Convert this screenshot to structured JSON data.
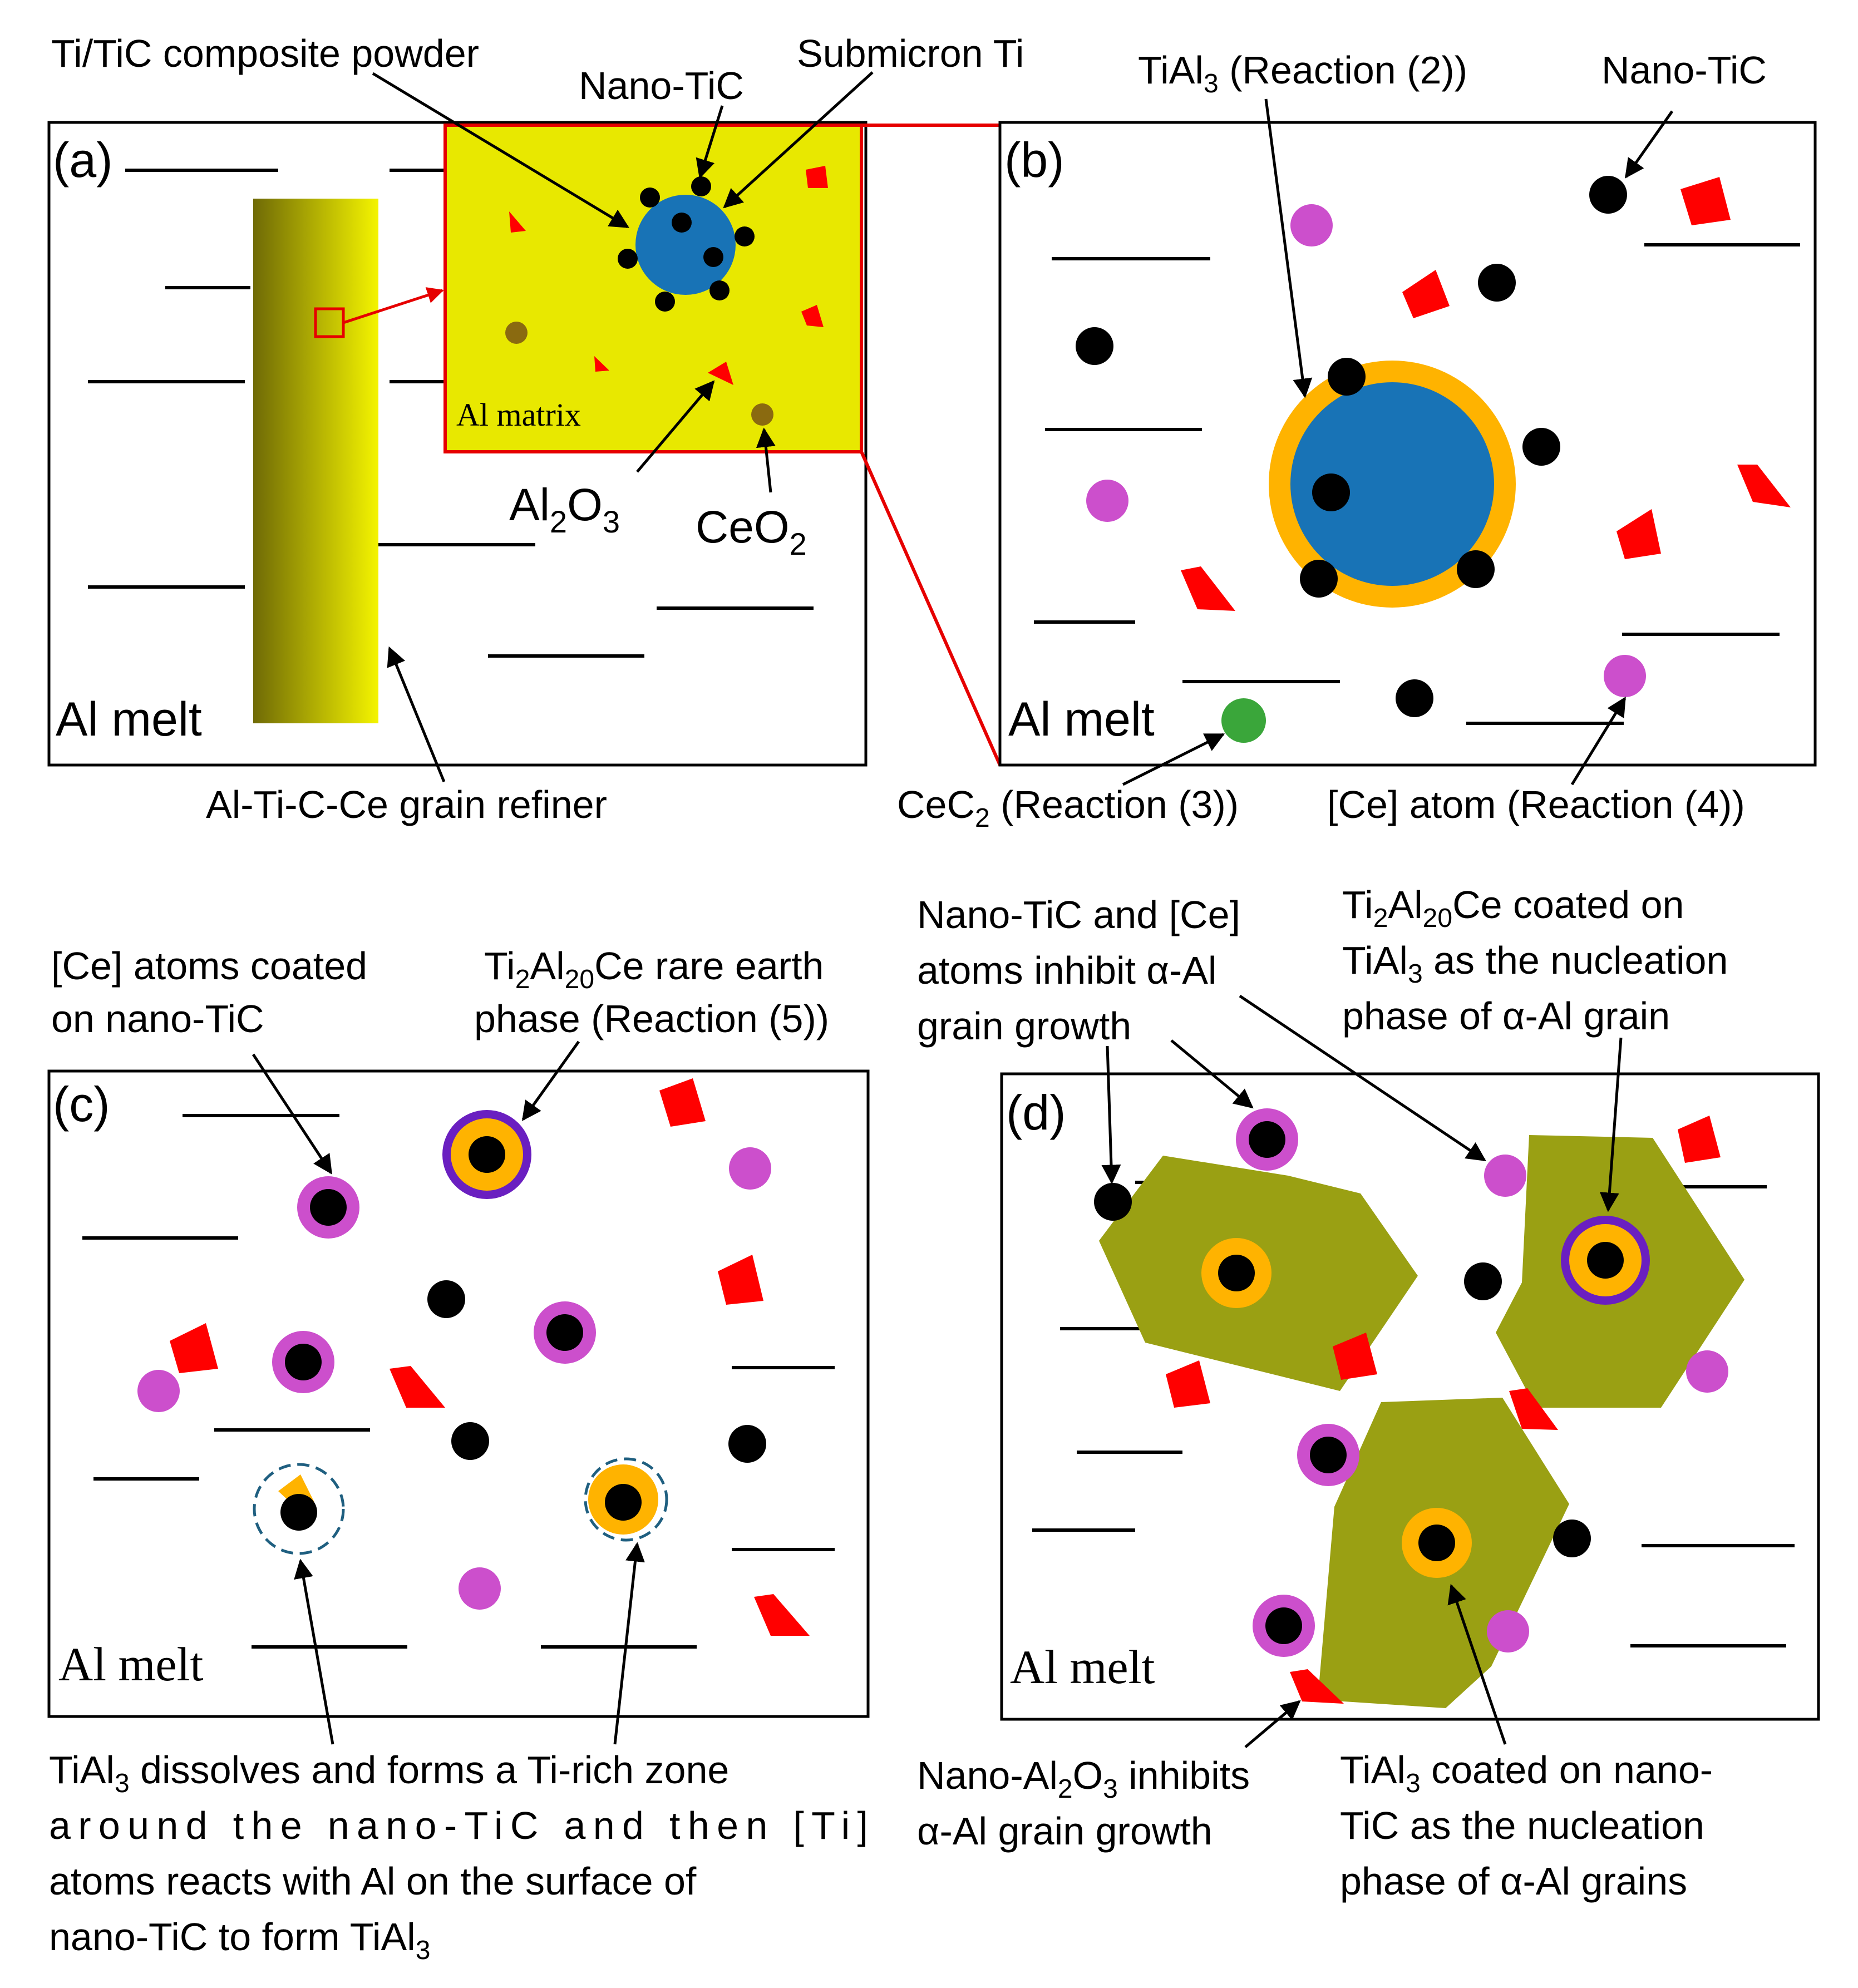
{
  "colors": {
    "rod_gradient_start": "#6f6a06",
    "rod_gradient_end": "#f4f400",
    "inset_fill": "#e8e800",
    "red_frame": "#e60000",
    "composite_core": "#1873b6",
    "nano_tic": "#000000",
    "tial3_shell": "#ffb300",
    "ce_atom": "#cc4fcc",
    "cec2": "#3aa63a",
    "ceo2": "#8a6a10",
    "al2o3": "#ff0000",
    "ti2al20ce_ring": "#6a1fc0",
    "alpha_al_grain": "#9aa013",
    "ti_rich_zone_dash": "#1f5f80"
  },
  "icons": {
    "nano_tic": "black-dot-icon",
    "ce_atom": "magenta-dot-icon",
    "al2o3": "red-shard-icon",
    "ceo2": "brown-dot-icon",
    "cec2": "green-dot-icon",
    "alpha_al_grain": "olive-polygon-icon"
  },
  "panel_a": {
    "label": "(a)",
    "melt_label": "Al melt",
    "inset_label": "Al matrix",
    "callouts": {
      "composite_powder": "Ti/TiC composite powder",
      "nano_tic": "Nano-TiC",
      "submicron_ti": "Submicron Ti",
      "al2o3": {
        "base": "Al",
        "sub1": "2",
        "mid": "O",
        "sub2": "3"
      },
      "ceo2": {
        "base": "CeO",
        "sub": "2"
      },
      "grain_refiner": "Al-Ti-C-Ce grain refiner"
    }
  },
  "panel_b": {
    "label": "(b)",
    "melt_label": "Al melt",
    "callouts": {
      "tial3": {
        "base": "TiAl",
        "sub": "3",
        "rest": " (Reaction (2))"
      },
      "nano_tic": "Nano-TiC",
      "cec2": {
        "base": "CeC",
        "sub": "2",
        "rest": " (Reaction (3))"
      },
      "ce_atom": "[Ce] atom (Reaction (4))"
    }
  },
  "panel_c": {
    "label": "(c)",
    "melt_label": "Al melt",
    "callouts": {
      "ce_coated": {
        "line1": "[Ce] atoms coated",
        "line2": "on  nano-TiC"
      },
      "ti2al20ce": {
        "line1_base": "Ti",
        "line1_sub1": "2",
        "line1_mid": "Al",
        "line1_sub2": "20",
        "line1_rest": "Ce rare earth",
        "line2": "phase (Reaction (5))"
      },
      "bottom_text": {
        "line1_base": "TiAl",
        "line1_sub": "3",
        "line1_rest": " dissolves and forms a Ti-rich zone",
        "line2": "around the nano-TiC and then [Ti]",
        "line3": "atoms reacts with Al on the surface of",
        "line4_base": "nano-TiC  to form TiAl",
        "line4_sub": "3"
      }
    }
  },
  "panel_d": {
    "label": "(d)",
    "melt_label": "Al melt",
    "callouts": {
      "inhibit": {
        "line1": "Nano-TiC and [Ce]",
        "line2": "atoms inhibit α-Al",
        "line3": "grain growth"
      },
      "ti2al20ce_nucleation": {
        "line1_base": "Ti",
        "line1_sub1": "2",
        "line1_mid": "Al",
        "line1_sub2": "20",
        "line1_rest": "Ce coated on",
        "line2_base": "TiAl",
        "line2_sub": "3",
        "line2_rest": " as the nucleation",
        "line3": "phase of α-Al grain"
      },
      "nano_al2o3": {
        "line1_base": "Nano-Al",
        "line1_sub1": "2",
        "line1_mid": "O",
        "line1_sub2": "3",
        "line1_rest": " inhibits",
        "line2": "α-Al grain growth"
      },
      "tial3_nucleation": {
        "line1_base": "TiAl",
        "line1_sub": "3",
        "line1_rest": " coated on nano-",
        "line2": "TiC as the nucleation",
        "line3": "phase of α-Al grains"
      }
    }
  }
}
